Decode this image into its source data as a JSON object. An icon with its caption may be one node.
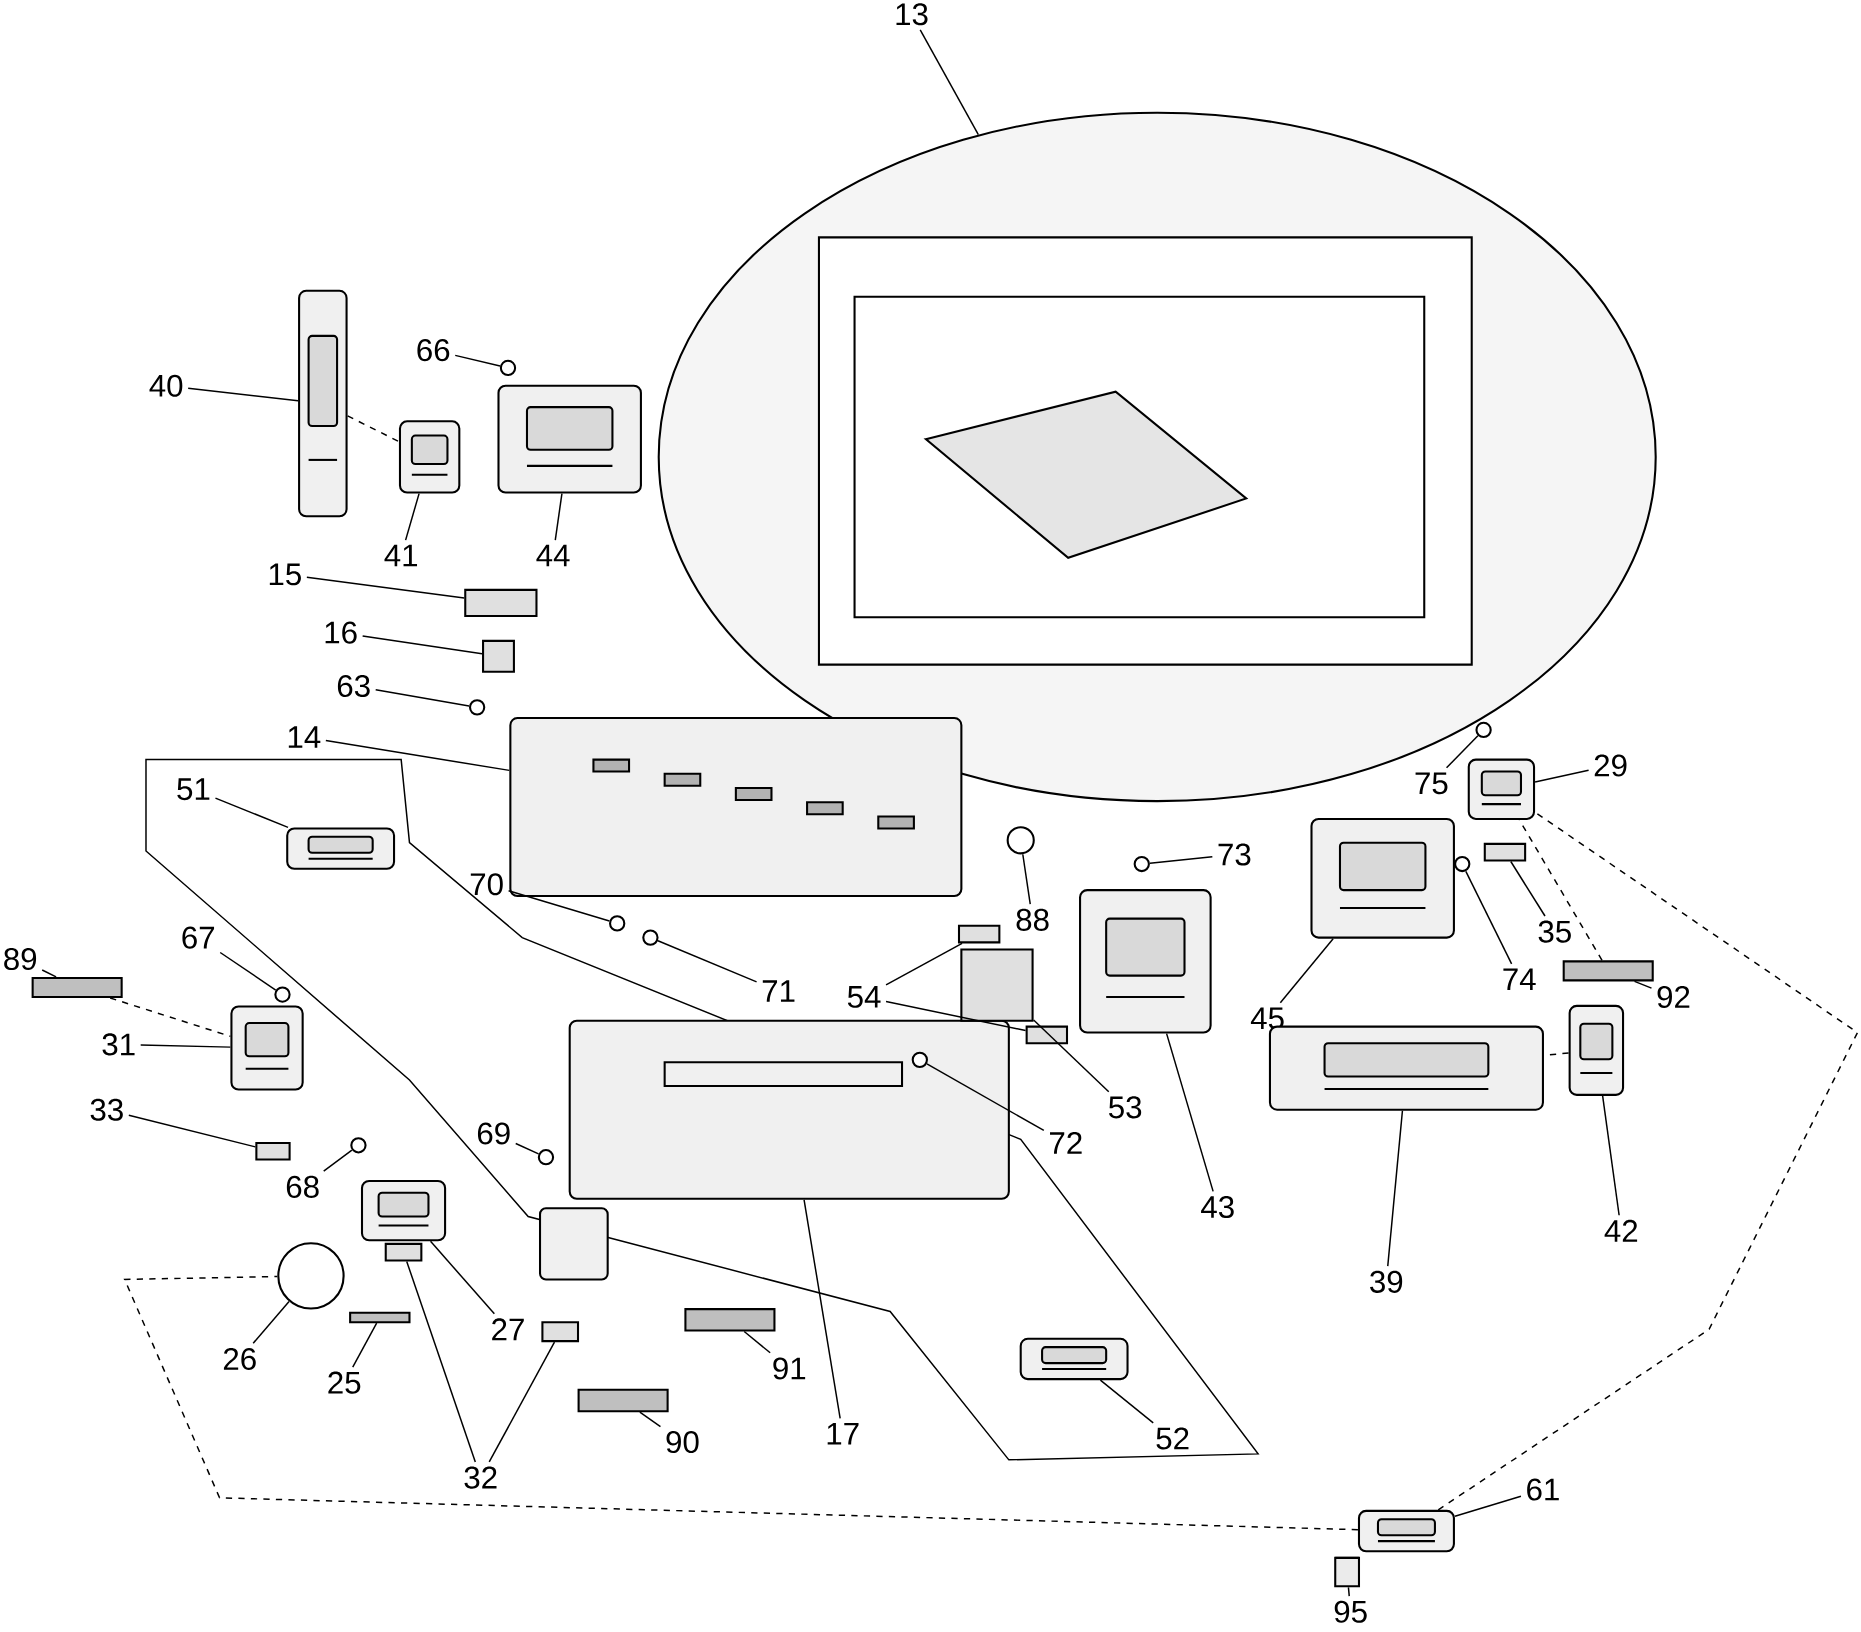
{
  "diagram": {
    "nodes": [
      {
        "text": [
          "13"
        ]
      },
      {
        "text": [],
        "shape": "picture"
      },
      {
        "text": [
          "40"
        ]
      },
      {
        "text": [],
        "shape": "picture"
      },
      {
        "text": [
          "66"
        ]
      },
      {
        "text": [],
        "shape": "circle"
      },
      {
        "text": [
          "41"
        ]
      },
      {
        "text": [],
        "shape": "picture"
      },
      {
        "text": [
          "44"
        ]
      },
      {
        "text": [],
        "shape": "picture"
      },
      {
        "text": [
          "15"
        ]
      },
      {
        "text": [],
        "shape": "box"
      },
      {
        "text": [
          "16"
        ]
      },
      {
        "text": [],
        "shape": "box"
      },
      {
        "text": [
          "63"
        ]
      },
      {
        "text": [],
        "shape": "circle"
      },
      {
        "text": [
          "14"
        ]
      },
      {
        "text": [],
        "shape": "picture"
      },
      {
        "text": [
          "51"
        ]
      },
      {
        "text": [],
        "shape": "picture"
      },
      {
        "text": [
          "70"
        ]
      },
      {
        "text": [],
        "shape": "circle"
      },
      {
        "text": [
          "71"
        ]
      },
      {
        "text": [],
        "shape": "circle"
      },
      {
        "text": [
          "89"
        ]
      },
      {
        "text": [],
        "shape": "bar"
      },
      {
        "text": [
          "67"
        ]
      },
      {
        "text": [],
        "shape": "circle"
      },
      {
        "text": [
          "31"
        ]
      },
      {
        "text": [],
        "shape": "picture"
      },
      {
        "text": [
          "33"
        ]
      },
      {
        "text": [],
        "shape": "box"
      },
      {
        "text": [
          "68"
        ]
      },
      {
        "text": [],
        "shape": "circle"
      },
      {
        "text": [
          "69"
        ]
      },
      {
        "text": [],
        "shape": "circle"
      },
      {
        "text": [
          "26"
        ]
      },
      {
        "text": [],
        "shape": "circle"
      },
      {
        "text": [
          "25"
        ]
      },
      {
        "text": [],
        "shape": "bar"
      },
      {
        "text": [
          "27"
        ]
      },
      {
        "text": [],
        "shape": "picture"
      },
      {
        "text": [
          "32"
        ]
      },
      {
        "text": [],
        "shape": "box"
      },
      {
        "text": [],
        "shape": "box"
      },
      {
        "text": [
          "90"
        ]
      },
      {
        "text": [],
        "shape": "bar"
      },
      {
        "text": [
          "91"
        ]
      },
      {
        "text": [],
        "shape": "bar"
      },
      {
        "text": [
          "17"
        ]
      },
      {
        "text": [],
        "shape": "picture"
      },
      {
        "text": [
          "52"
        ]
      },
      {
        "text": [],
        "shape": "picture"
      },
      {
        "text": [
          "88"
        ]
      },
      {
        "text": [],
        "shape": "circle"
      },
      {
        "text": [
          "54"
        ]
      },
      {
        "text": [],
        "shape": "box"
      },
      {
        "text": [],
        "shape": "box"
      },
      {
        "text": [
          "53"
        ]
      },
      {
        "text": [],
        "shape": "box"
      },
      {
        "text": [
          "72"
        ]
      },
      {
        "text": [],
        "shape": "circle",
        "in": 50
      },
      {
        "text": [
          "73"
        ]
      },
      {
        "text": [],
        "shape": "circle"
      },
      {
        "text": [
          "43"
        ]
      },
      {
        "text": [],
        "shape": "picture"
      },
      {
        "text": [
          "45"
        ]
      },
      {
        "text": [],
        "shape": "picture"
      },
      {
        "text": [
          "75"
        ]
      },
      {
        "text": [],
        "shape": "circle"
      },
      {
        "text": [
          "29"
        ]
      },
      {
        "text": [],
        "shape": "picture"
      },
      {
        "text": [
          "35"
        ]
      },
      {
        "text": [],
        "shape": "box"
      },
      {
        "text": [
          "74"
        ]
      },
      {
        "text": [],
        "shape": "circle"
      },
      {
        "text": [
          "92"
        ]
      },
      {
        "text": [],
        "shape": "bar"
      },
      {
        "text": [
          "42"
        ]
      },
      {
        "text": [],
        "shape": "picture"
      },
      {
        "text": [
          "39"
        ]
      },
      {
        "text": [],
        "shape": "picture"
      },
      {
        "text": [
          "61"
        ]
      },
      {
        "text": [],
        "shape": "picture"
      },
      {
        "text": [
          "95"
        ]
      },
      {
        "text": [],
        "shape": "cylinder"
      }
    ],
    "edges": [
      {
        "from": 0,
        "to": 1,
        "arrow": "none"
      },
      {
        "from": 2,
        "to": 3,
        "arrow": "none"
      },
      {
        "from": 4,
        "to": 5,
        "arrow": "none"
      },
      {
        "from": 6,
        "to": 7,
        "arrow": "none"
      },
      {
        "from": 8,
        "to": 9,
        "arrow": "none"
      },
      {
        "from": 10,
        "to": 11,
        "arrow": "none"
      },
      {
        "from": 12,
        "to": 13,
        "arrow": "none"
      },
      {
        "from": 14,
        "to": 15,
        "arrow": "none"
      },
      {
        "from": 16,
        "to": 17,
        "arrow": "none"
      },
      {
        "from": 18,
        "to": 19,
        "arrow": "none"
      },
      {
        "from": 20,
        "to": 21,
        "arrow": "none"
      },
      {
        "from": 22,
        "to": 23,
        "arrow": "none"
      },
      {
        "from": 24,
        "to": 25,
        "arrow": "none"
      },
      {
        "from": 26,
        "to": 27,
        "arrow": "none"
      },
      {
        "from": 28,
        "to": 29,
        "arrow": "none"
      },
      {
        "from": 30,
        "to": 31,
        "arrow": "none"
      },
      {
        "from": 32,
        "to": 33,
        "arrow": "none"
      },
      {
        "from": 34,
        "to": 35,
        "arrow": "none"
      },
      {
        "from": 36,
        "to": 37,
        "arrow": "none"
      },
      {
        "from": 38,
        "to": 39,
        "arrow": "none"
      },
      {
        "from": 40,
        "to": 41,
        "arrow": "none"
      },
      {
        "from": 42,
        "to": 43,
        "arrow": "none"
      },
      {
        "from": 42,
        "to": 44,
        "arrow": "none"
      },
      {
        "from": 45,
        "to": 46,
        "arrow": "none"
      },
      {
        "from": 47,
        "to": 48,
        "arrow": "none"
      },
      {
        "from": 49,
        "to": 50,
        "arrow": "none"
      },
      {
        "from": 51,
        "to": 52,
        "arrow": "none"
      },
      {
        "from": 53,
        "to": 54,
        "arrow": "none"
      },
      {
        "from": 55,
        "to": 56,
        "arrow": "none"
      },
      {
        "from": 55,
        "to": 57,
        "arrow": "none"
      },
      {
        "from": 58,
        "to": 59,
        "arrow": "none"
      },
      {
        "from": 60,
        "to": 61,
        "arrow": "none"
      },
      {
        "from": 62,
        "to": 63,
        "arrow": "none"
      },
      {
        "from": 64,
        "to": 65,
        "arrow": "none"
      },
      {
        "from": 66,
        "to": 67,
        "arrow": "none"
      },
      {
        "from": 68,
        "to": 69,
        "arrow": "none"
      },
      {
        "from": 70,
        "to": 71,
        "arrow": "none"
      },
      {
        "from": 72,
        "to": 73,
        "arrow": "none"
      },
      {
        "from": 74,
        "to": 75,
        "arrow": "none"
      },
      {
        "from": 76,
        "to": 77,
        "arrow": "none"
      },
      {
        "from": 78,
        "to": 79,
        "arrow": "none"
      },
      {
        "from": 80,
        "to": 81,
        "arrow": "none"
      },
      {
        "from": 82,
        "to": 83,
        "arrow": "none"
      },
      {
        "from": 84,
        "to": 85,
        "arrow": "none"
      },
      {
        "from": 3,
        "to": 7,
        "arrow": "none",
        "style": "dashed"
      },
      {
        "from": 25,
        "to": 29,
        "arrow": "none",
        "style": "dashed"
      },
      {
        "from": 79,
        "to": 81,
        "arrow": "none",
        "style": "dashed"
      },
      {
        "from": 77,
        "to": 71,
        "arrow": "none",
        "style": "dashed"
      },
      {
        "from": 83,
        "to": 71,
        "arrow": "none",
        "style": "dashed"
      },
      {
        "from": 83,
        "to": 37,
        "arrow": "none",
        "style": "dashed"
      }
    ]
  }
}
